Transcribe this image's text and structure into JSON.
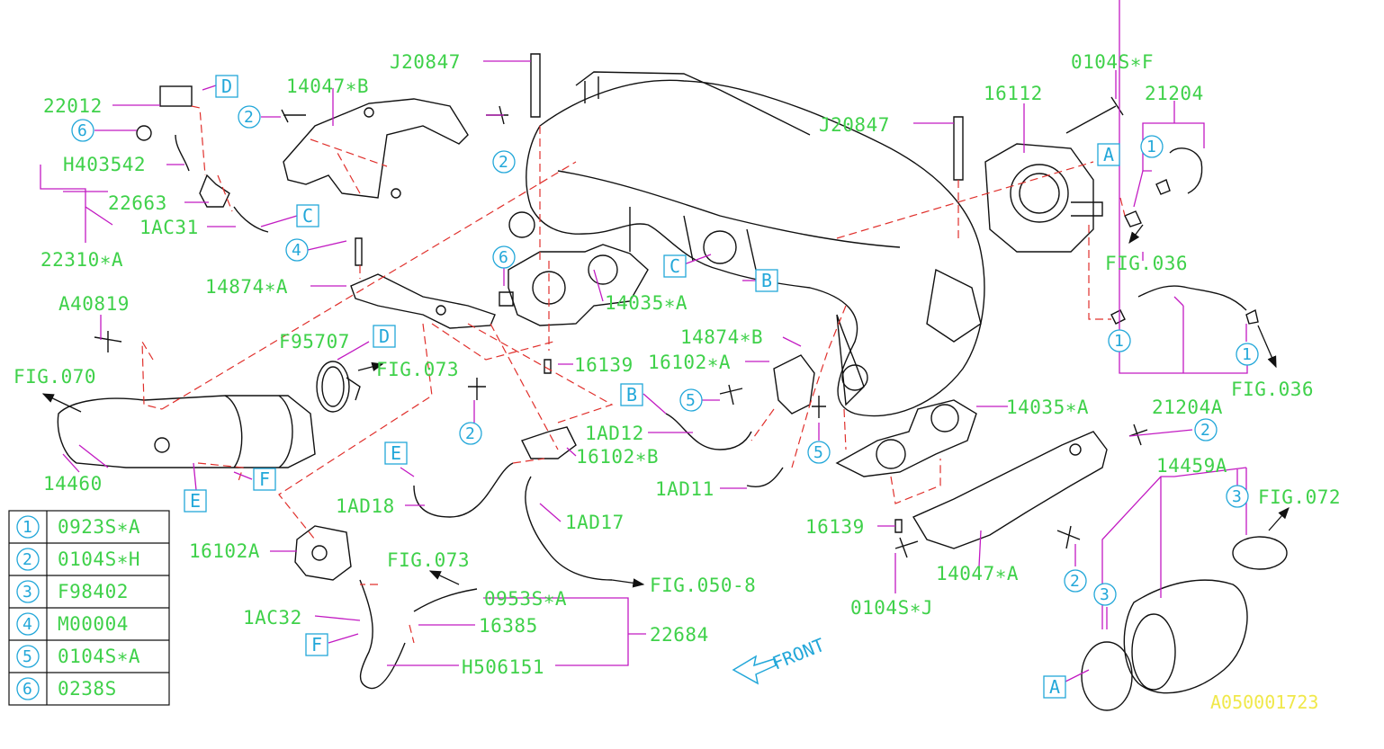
{
  "part_labels": {
    "j20847_a": "J20847",
    "j20847_b": "J20847",
    "p0104sf": "0104S∗F",
    "p21204": "21204",
    "p16112": "16112",
    "p22012": "22012",
    "p14047b": "14047∗B",
    "h403542": "H403542",
    "p22663": "22663",
    "p1ac31": "1AC31",
    "p22310a": "22310∗A",
    "p14874a": "14874∗A",
    "p14035a_a": "14035∗A",
    "p14035a_b": "14035∗A",
    "a40819": "A40819",
    "fig070": "FIG.070",
    "f95707": "F95707",
    "fig073_a": "FIG.073",
    "fig073_b": "FIG.073",
    "fig036_a": "FIG.036",
    "fig036_b": "FIG.036",
    "p16139_a": "16139",
    "p16139_b": "16139",
    "p14874b": "14874∗B",
    "p16102a_top": "16102∗A",
    "p21204a": "21204A",
    "p14460": "14460",
    "p1ad12": "1AD12",
    "p16102b": "16102∗B",
    "p1ad11": "1AD11",
    "p1ad18": "1AD18",
    "p1ad17": "1AD17",
    "p14459a": "14459A",
    "fig072": "FIG.072",
    "p16102a": "16102A",
    "fig050_8": "FIG.050-8",
    "p0953sa": "0953S∗A",
    "p1ac32": "1AC32",
    "p16385": "16385",
    "p22684": "22684",
    "h506151": "H506151",
    "p0104sj": "0104S∗J",
    "p14047a": "14047∗A",
    "front": "FRONT"
  },
  "letter_boxes": {
    "d_top": "D",
    "c_left": "C",
    "e_left": "E",
    "f_left": "F",
    "d_mid": "D",
    "c_mid": "C",
    "b_mid": "B",
    "b_hose": "B",
    "e_hose": "E",
    "f_hose": "F",
    "a_top": "A",
    "a_bottom": "A"
  },
  "callout_numbers": {
    "n6_top": "6",
    "n2_top": "2",
    "n2_mid": "2",
    "n4": "4",
    "n6_mid": "6",
    "n1_a": "1",
    "n1_b": "1",
    "n1_c": "1",
    "n5_a": "5",
    "n5_b": "5",
    "n2_low": "2",
    "n2_right": "2",
    "n2_bottom": "2",
    "n3_a": "3",
    "n3_b": "3"
  },
  "legend": [
    {
      "num": "1",
      "part": "0923S∗A"
    },
    {
      "num": "2",
      "part": "0104S∗H"
    },
    {
      "num": "3",
      "part": "F98402"
    },
    {
      "num": "4",
      "part": "M00004"
    },
    {
      "num": "5",
      "part": "0104S∗A"
    },
    {
      "num": "6",
      "part": "0238S"
    }
  ],
  "diagram_id": "A050001723",
  "colors": {
    "label_green": "#3fd14a",
    "callout_blue": "#22a7d9",
    "leader_magenta": "#c21ac2",
    "hidden_red": "#e0302c",
    "watermark_yellow": "#f0e84a"
  }
}
